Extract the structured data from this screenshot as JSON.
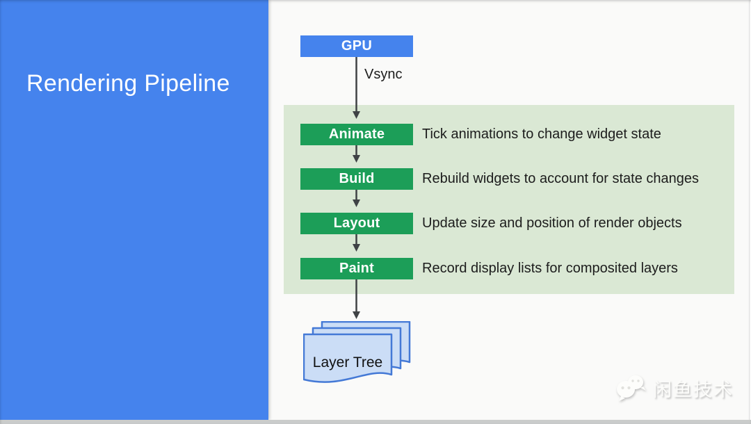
{
  "header": {
    "title": "Rendering Pipeline"
  },
  "pipeline": {
    "source_label": "GPU",
    "signal_label": "Vsync",
    "stages": [
      {
        "label": "Animate",
        "description": "Tick animations to change widget state"
      },
      {
        "label": "Build",
        "description": "Rebuild widgets to account for state changes"
      },
      {
        "label": "Layout",
        "description": "Update size and position of render objects"
      },
      {
        "label": "Paint",
        "description": "Record display lists for composited layers"
      }
    ],
    "output_label": "Layer Tree"
  },
  "watermark": {
    "text": "闲鱼技术",
    "icon": "wechat-icon"
  },
  "colors": {
    "accent_blue": "#4583ED",
    "stage_green": "#1C9E58",
    "panel_green": "#DAE8D4",
    "doc_fill": "#CBDDF6",
    "doc_stroke": "#4479D6",
    "arrow": "#3F4245",
    "slide_bg": "#FAFAF9",
    "text_dark": "#1C1C1C"
  }
}
